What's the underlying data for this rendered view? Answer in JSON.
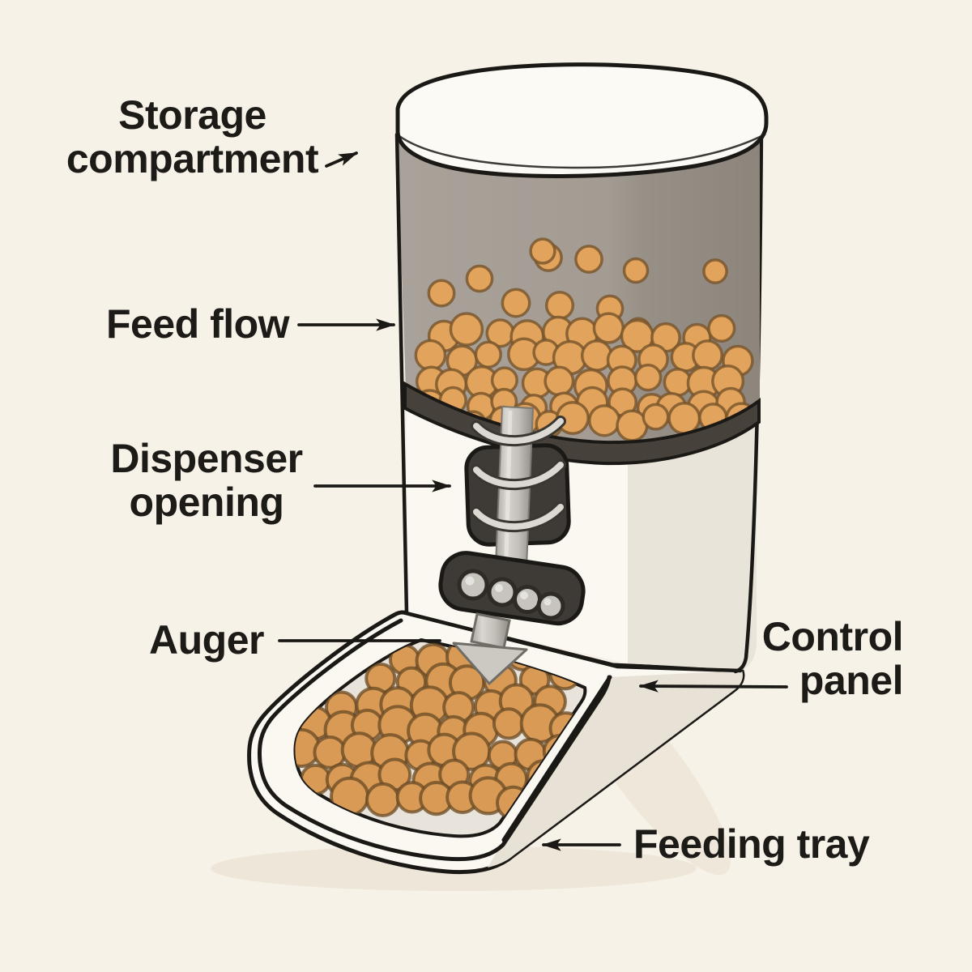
{
  "labels": {
    "storage_compartment": "Storage compartment",
    "feed_flow": "Feed flow",
    "dispenser_opening": "Dispenser opening",
    "auger": "Auger",
    "control_panel": "Control panel",
    "feeding_tray": "Feeding tray"
  },
  "colors": {
    "background": "#f7f2e8",
    "outline": "#1b1916",
    "label_text": "#1d1b18",
    "lid": "#fcfaf4",
    "hopper_front": "#a49c93",
    "hopper_side": "#8d857c",
    "hopper_band": "#46413b",
    "body_front": "#fbf8f2",
    "body_side": "#e9e4d9",
    "base": "#fbf8f2",
    "base_side": "#e8e2d6",
    "bowl_inner": "#e9e4db",
    "shadow": "#ece5d6",
    "mechanism_dark": "#3e3a35",
    "metal_light": "#d9d6d0",
    "metal_mid": "#c2bfb9",
    "metal_dark": "#8f8c86",
    "kibble_fill": "#e2a35c",
    "kibble_stroke": "#77542a",
    "tray_kibble_fill": "#d89a55",
    "tray_kibble_stroke": "#694a24"
  }
}
